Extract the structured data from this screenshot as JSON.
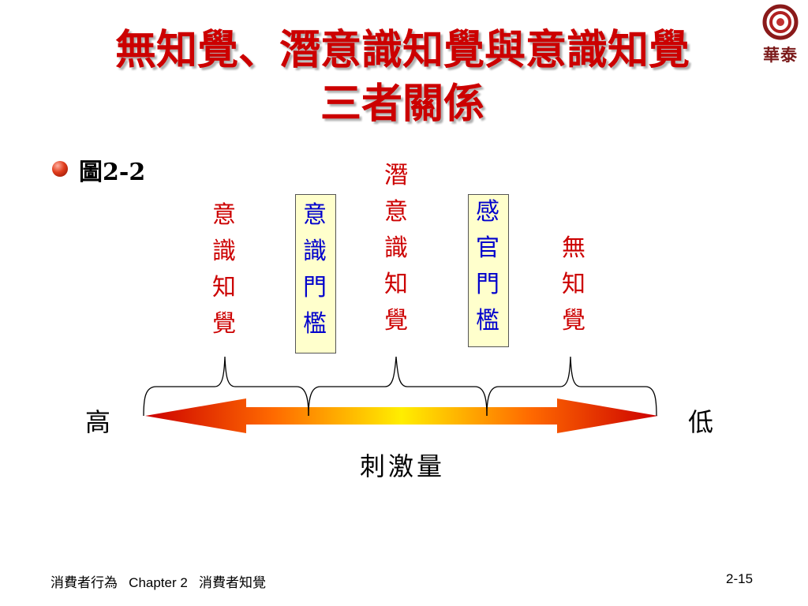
{
  "slide": {
    "title_line1": "無知覺、潛意識知覺與意識知覺",
    "title_line2": "三者關係",
    "logo_text": "華泰",
    "bullet_text": "圖2-2"
  },
  "diagram": {
    "labels": {
      "conscious": [
        "意",
        "識",
        "知",
        "覺"
      ],
      "conscious_threshold": [
        "意",
        "識",
        "門",
        "檻"
      ],
      "subliminal": [
        "潛",
        "意",
        "識",
        "知",
        "覺"
      ],
      "sensory_threshold": [
        "感",
        "官",
        "門",
        "檻"
      ],
      "unaware": [
        "無",
        "知",
        "覺"
      ]
    },
    "left_end": "高",
    "right_end": "低",
    "axis_caption": "刺激量"
  },
  "footer": {
    "left": "消費者行為   Chapter 2   消費者知覺",
    "page": "2-15"
  },
  "colors": {
    "title": "#cc0000",
    "label_red": "#cc0000",
    "label_blue": "#0000cc",
    "threshold_box": "#ffffcc",
    "arrow_gradient": [
      "#cc0000",
      "#ff9900",
      "#ffff00",
      "#ff9900",
      "#cc0000"
    ]
  }
}
